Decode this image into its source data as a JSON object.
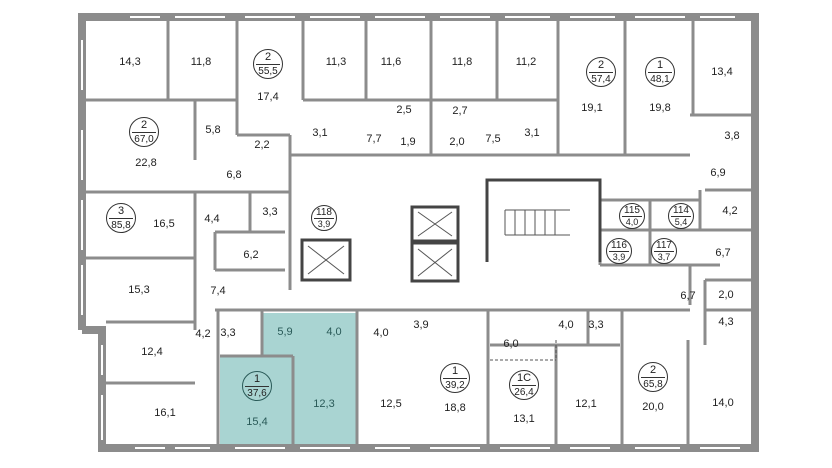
{
  "plan": {
    "highlight_color": "#a9d4d2",
    "wall_color": "#8c8c8c",
    "rooms": [
      "14,3",
      "11,8",
      "11,3",
      "11,6",
      "11,8",
      "11,2",
      "13,4",
      "17,4",
      "5,8",
      "2,2",
      "3,1",
      "7,7",
      "1,9",
      "2,5",
      "2,7",
      "2,0",
      "7,5",
      "3,1",
      "19,1",
      "19,8",
      "3,8",
      "6,9",
      "22,8",
      "6,8",
      "16,5",
      "4,4",
      "3,3",
      "4,2",
      "6,2",
      "15,3",
      "7,4",
      "6,7",
      "6,7",
      "2,0",
      "4,2",
      "3,3",
      "5,9",
      "4,0",
      "4,0",
      "3,9",
      "4,0",
      "3,3",
      "6,0",
      "4,3",
      "12,4",
      "16,1",
      "15,4",
      "12,3",
      "12,5",
      "18,8",
      "13,1",
      "12,1",
      "20,0",
      "14,0"
    ],
    "badges": [
      {
        "type": "2",
        "area": "55,5"
      },
      {
        "type": "2",
        "area": "57,4"
      },
      {
        "type": "1",
        "area": "48,1"
      },
      {
        "type": "2",
        "area": "67,0"
      },
      {
        "type": "3",
        "area": "85,8"
      },
      {
        "type": "118",
        "area": "3,9"
      },
      {
        "type": "115",
        "area": "4,0"
      },
      {
        "type": "114",
        "area": "5,4"
      },
      {
        "type": "116",
        "area": "3,9"
      },
      {
        "type": "117",
        "area": "3,7"
      },
      {
        "type": "1",
        "area": "39,2"
      },
      {
        "type": "1С",
        "area": "26,4"
      },
      {
        "type": "2",
        "area": "65,8"
      },
      {
        "type": "1",
        "area": "37,6"
      }
    ]
  }
}
